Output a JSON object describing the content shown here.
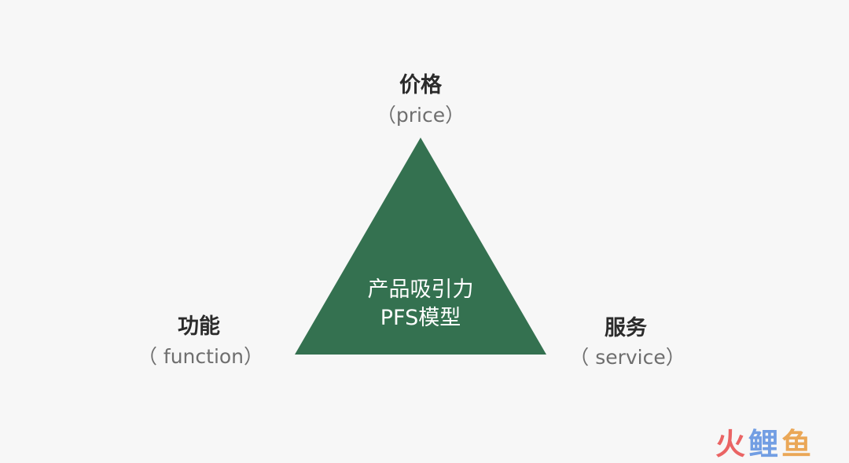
{
  "diagram": {
    "fill_color": "#347150",
    "center": {
      "line1": "产品吸引力",
      "line2": "PFS模型"
    },
    "top": {
      "title": "价格",
      "subtitle": "（price）"
    },
    "left": {
      "title": "功能",
      "subtitle": "（ function）"
    },
    "right": {
      "title": "服务",
      "subtitle": "（ service）"
    }
  },
  "watermark": {
    "char1": "火",
    "char2": "鲤",
    "char3": "鱼",
    "colors": [
      "#e84b4b",
      "#5b8fe0",
      "#e89a3c"
    ]
  }
}
